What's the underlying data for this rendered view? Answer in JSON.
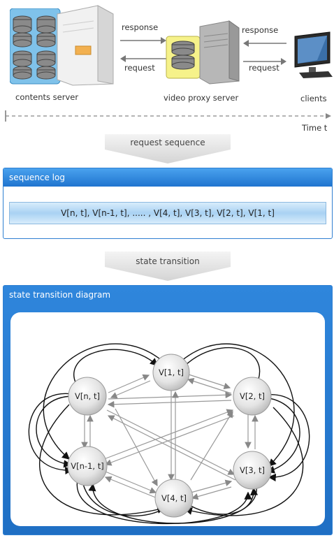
{
  "top": {
    "contents_server_label": "contents server",
    "proxy_server_label": "video proxy server",
    "clients_label": "clients",
    "response_label_1": "response",
    "request_label_1": "request",
    "response_label_2": "response",
    "request_label_2": "request",
    "time_label": "Time t"
  },
  "banners": {
    "request_sequence": "request sequence",
    "state_transition": "state transition"
  },
  "sequence_log": {
    "title": "sequence log",
    "sequence": "V[n, t], V[n-1, t], ..... , V[4, t], V[3, t], V[2, t], V[1, t]"
  },
  "diagram": {
    "title": "state transition diagram",
    "nodes": [
      "V[1, t]",
      "V[n, t]",
      "V[2, t]",
      "V[n-1, t]",
      "V[4, t]",
      "V[3, t]"
    ]
  },
  "colors": {
    "panel_header": "#2f86dc",
    "sequence_bar": "#b9dcf6",
    "node_fill": "#e6e6e6"
  }
}
